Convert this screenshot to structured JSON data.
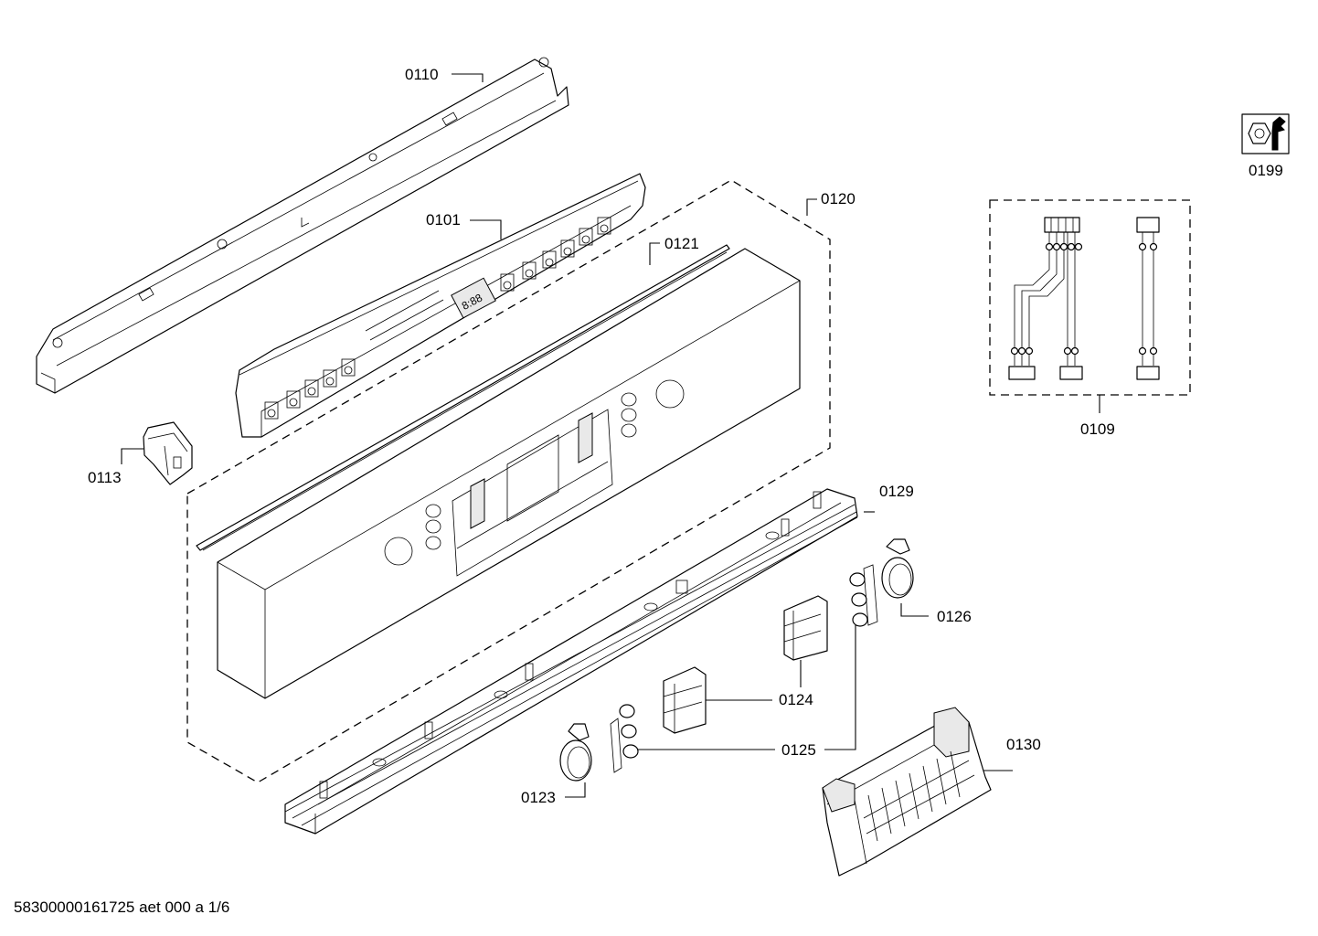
{
  "labels": {
    "p0110": "0110",
    "p0101": "0101",
    "p0120": "0120",
    "p0121": "0121",
    "p0113": "0113",
    "p0129": "0129",
    "p0126": "0126",
    "p0124": "0124",
    "p0125": "0125",
    "p0123": "0123",
    "p0130": "0130",
    "p0109": "0109",
    "p0199": "0199"
  },
  "footer": {
    "document_code": "58300000161725 aet 000 a 1/6"
  },
  "icons": {
    "service_kit": "wrench-nut-icon"
  },
  "colors": {
    "line": "#000000",
    "background": "#ffffff",
    "shade": "#e9e9e9"
  }
}
